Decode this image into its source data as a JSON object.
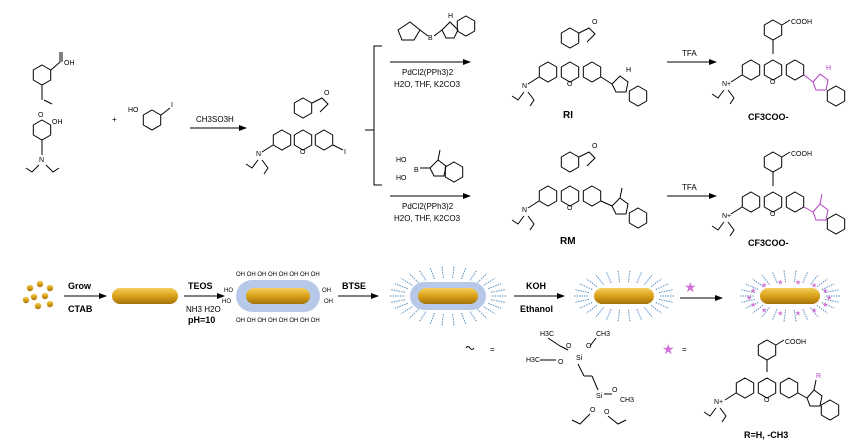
{
  "reagents": {
    "ch3so3h": "CH3SO3H",
    "pd_top": "PdCl2(PPh3)2",
    "cond_top": "H2O, THF, K2CO3",
    "pd_bot": "PdCl2(PPh3)2",
    "cond_bot": "H2O, THF, K2CO3",
    "tfa_top": "TFA",
    "tfa_bot": "TFA",
    "plus": "+"
  },
  "compounds": {
    "ri": "RI",
    "rm": "RM",
    "counter_top": "CF3COO-",
    "counter_bot": "CF3COO-"
  },
  "atoms": {
    "oh": "OH",
    "o": "O",
    "n": "N",
    "i": "I",
    "h": "H",
    "b": "B",
    "ho": "HO",
    "cooh": "COOH",
    "nplus": "N+"
  },
  "process": {
    "grow": "Grow",
    "ctab": "CTAB",
    "teos": "TEOS",
    "nh3": "NH3 H2O",
    "ph": "pH=10",
    "btse": "BTSE",
    "koh": "KOH",
    "ethanol": "Ethanol"
  },
  "legend": {
    "equals": "=",
    "h3c": "H3C",
    "ch3": "CH3",
    "si": "Si",
    "o": "O",
    "r": "R",
    "r_def": "R=H, -CH3"
  },
  "colors": {
    "gold": "#d9a11a",
    "silica": "#b8c8e8",
    "star": "#d070d8",
    "highlight": "#b040c0"
  }
}
